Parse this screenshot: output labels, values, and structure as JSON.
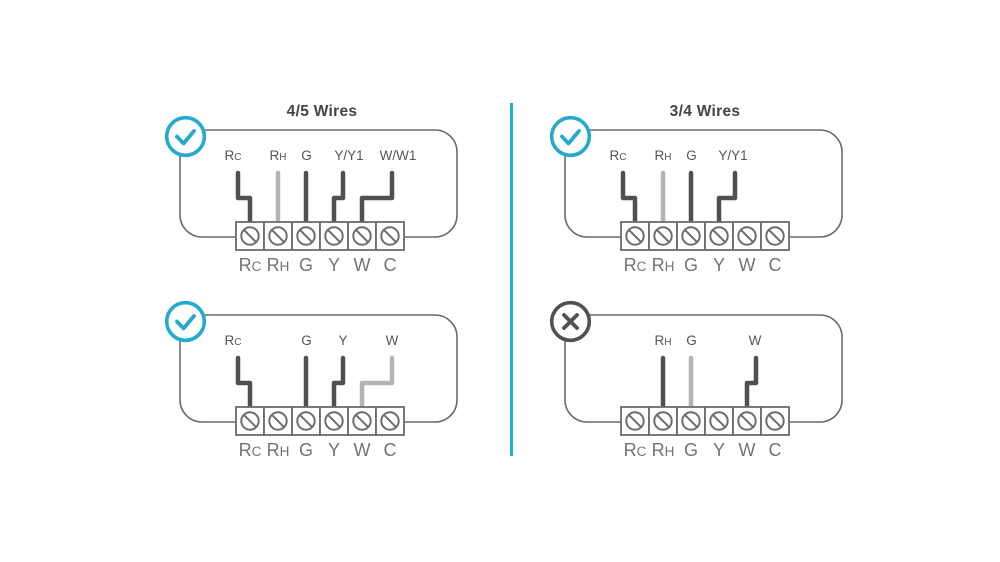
{
  "colors": {
    "accent_teal": "#25a9cc",
    "wire_dark": "#4f5052",
    "wire_light": "#b4b4b6",
    "outline_gray": "#6b6c6e",
    "cross_gray": "#505153"
  },
  "terminal_labels": [
    {
      "pre": "R",
      "sub": "C"
    },
    {
      "pre": "R",
      "sub": "H"
    },
    {
      "pre": "G"
    },
    {
      "pre": "Y"
    },
    {
      "pre": "W"
    },
    {
      "pre": "C"
    }
  ],
  "panels": [
    {
      "title": "4/5 Wires",
      "verdict": "check",
      "wires": [
        {
          "label": {
            "pre": "R",
            "sub": "C"
          },
          "connects_to": "Rc"
        },
        {
          "label": {
            "pre": "R",
            "sub": "H"
          },
          "connects_to": "Rh"
        },
        {
          "label": {
            "pre": "G"
          },
          "connects_to": "G"
        },
        {
          "label": {
            "pre": "Y/Y1"
          },
          "connects_to": "Y"
        },
        {
          "label": {
            "pre": "W/W1"
          },
          "connects_to": "W"
        }
      ]
    },
    {
      "title": "3/4 Wires",
      "verdict": "check",
      "wires": [
        {
          "label": {
            "pre": "R",
            "sub": "C"
          },
          "connects_to": "Rc"
        },
        {
          "label": {
            "pre": "R",
            "sub": "H"
          },
          "connects_to": "Rh"
        },
        {
          "label": {
            "pre": "G"
          },
          "connects_to": "G"
        },
        {
          "label": {
            "pre": "Y/Y1"
          },
          "connects_to": "Y"
        }
      ]
    },
    {
      "verdict": "check",
      "wires": [
        {
          "label": {
            "pre": "R",
            "sub": "C"
          },
          "connects_to": "Rc"
        },
        {
          "label": {
            "pre": "G"
          },
          "connects_to": "G"
        },
        {
          "label": {
            "pre": "Y"
          },
          "connects_to": "Y"
        },
        {
          "label": {
            "pre": "W"
          },
          "connects_to": "W"
        }
      ]
    },
    {
      "verdict": "cross",
      "wires": [
        {
          "label": {
            "pre": "R",
            "sub": "H"
          },
          "connects_to": "Rh"
        },
        {
          "label": {
            "pre": "G"
          },
          "connects_to": "G"
        },
        {
          "label": {
            "pre": "W"
          },
          "connects_to": "W"
        }
      ]
    }
  ]
}
